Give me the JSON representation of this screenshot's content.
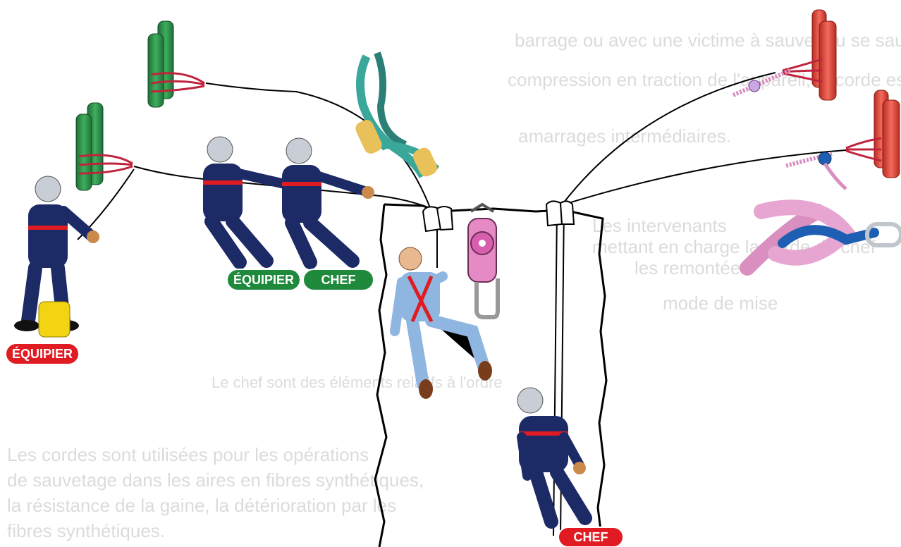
{
  "labels": {
    "equipier_left": "ÉQUIPIER",
    "equipier_middle": "ÉQUIPIER",
    "chef_middle": "CHEF",
    "chef_bottom": "CHEF"
  },
  "faded_text": {
    "line1": "barrage ou avec une victime à sauver ou se sauvant",
    "line2": "compression en traction de l'appareil, la corde est",
    "line3": "amarrages intermédiaires.",
    "line4": "Les intervenants",
    "line5": "mettant en charge la corde du chef",
    "line6": "les remontées",
    "line7": "mode de mise",
    "line8": "Le chef sont des éléments relatifs à l'ordre",
    "line9": "Les cordes sont utilisées pour les opérations",
    "line10": "de sauvetage dans les aires en fibres synthétiques,",
    "line11": "la résistance de la gaine, la détérioration par les",
    "line12": "fibres synthétiques."
  },
  "colors": {
    "badge_red": "#e01b22",
    "badge_green": "#1f8a3c",
    "uniform_navy": "#1c2a66",
    "anchor_green": "#2f8f4a",
    "anchor_red": "#e2483c",
    "rope_pink": "#d98fc0",
    "rope_teal": "#3aa79b",
    "victim_blue": "#8fb6e0",
    "helmet_silver": "#c9ced6"
  }
}
